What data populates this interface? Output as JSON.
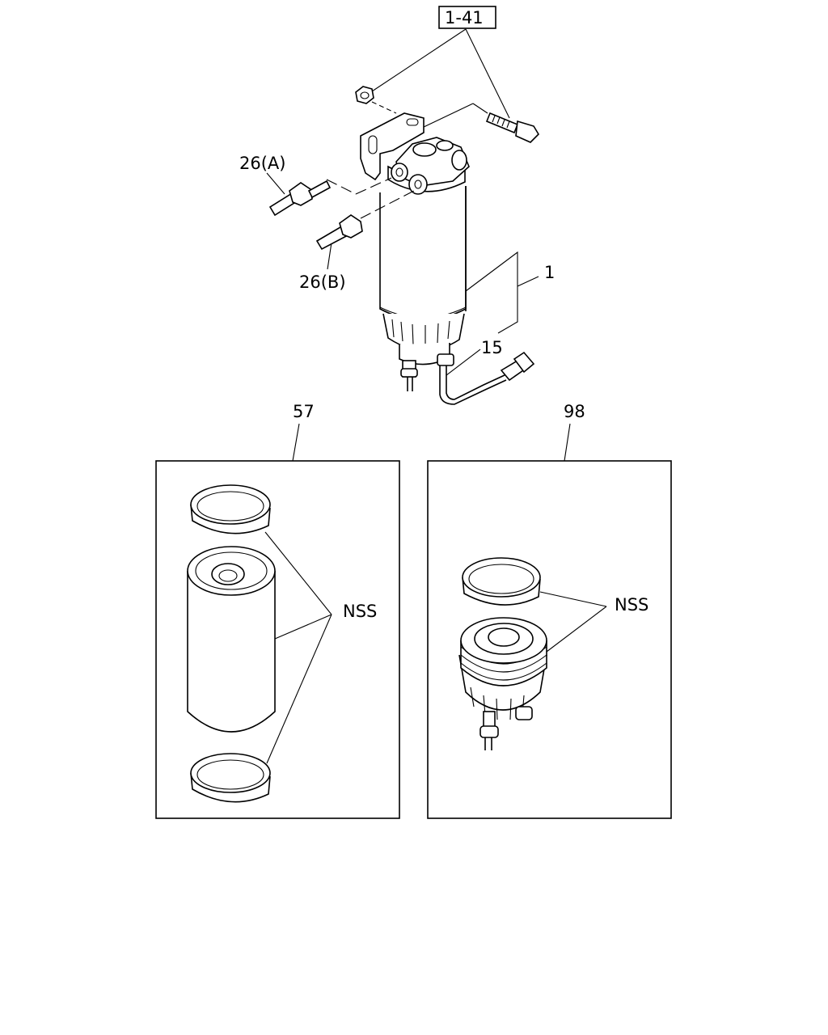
{
  "callouts": {
    "ref_box": "1-41",
    "fitting_a": "26(A)",
    "fitting_b": "26(B)",
    "assembly": "1",
    "sensor": "15",
    "element_kit": "57",
    "bowl_kit": "98",
    "nss_left": "NSS",
    "nss_right": "NSS"
  },
  "colors": {
    "line": "#000000",
    "background": "#ffffff"
  }
}
